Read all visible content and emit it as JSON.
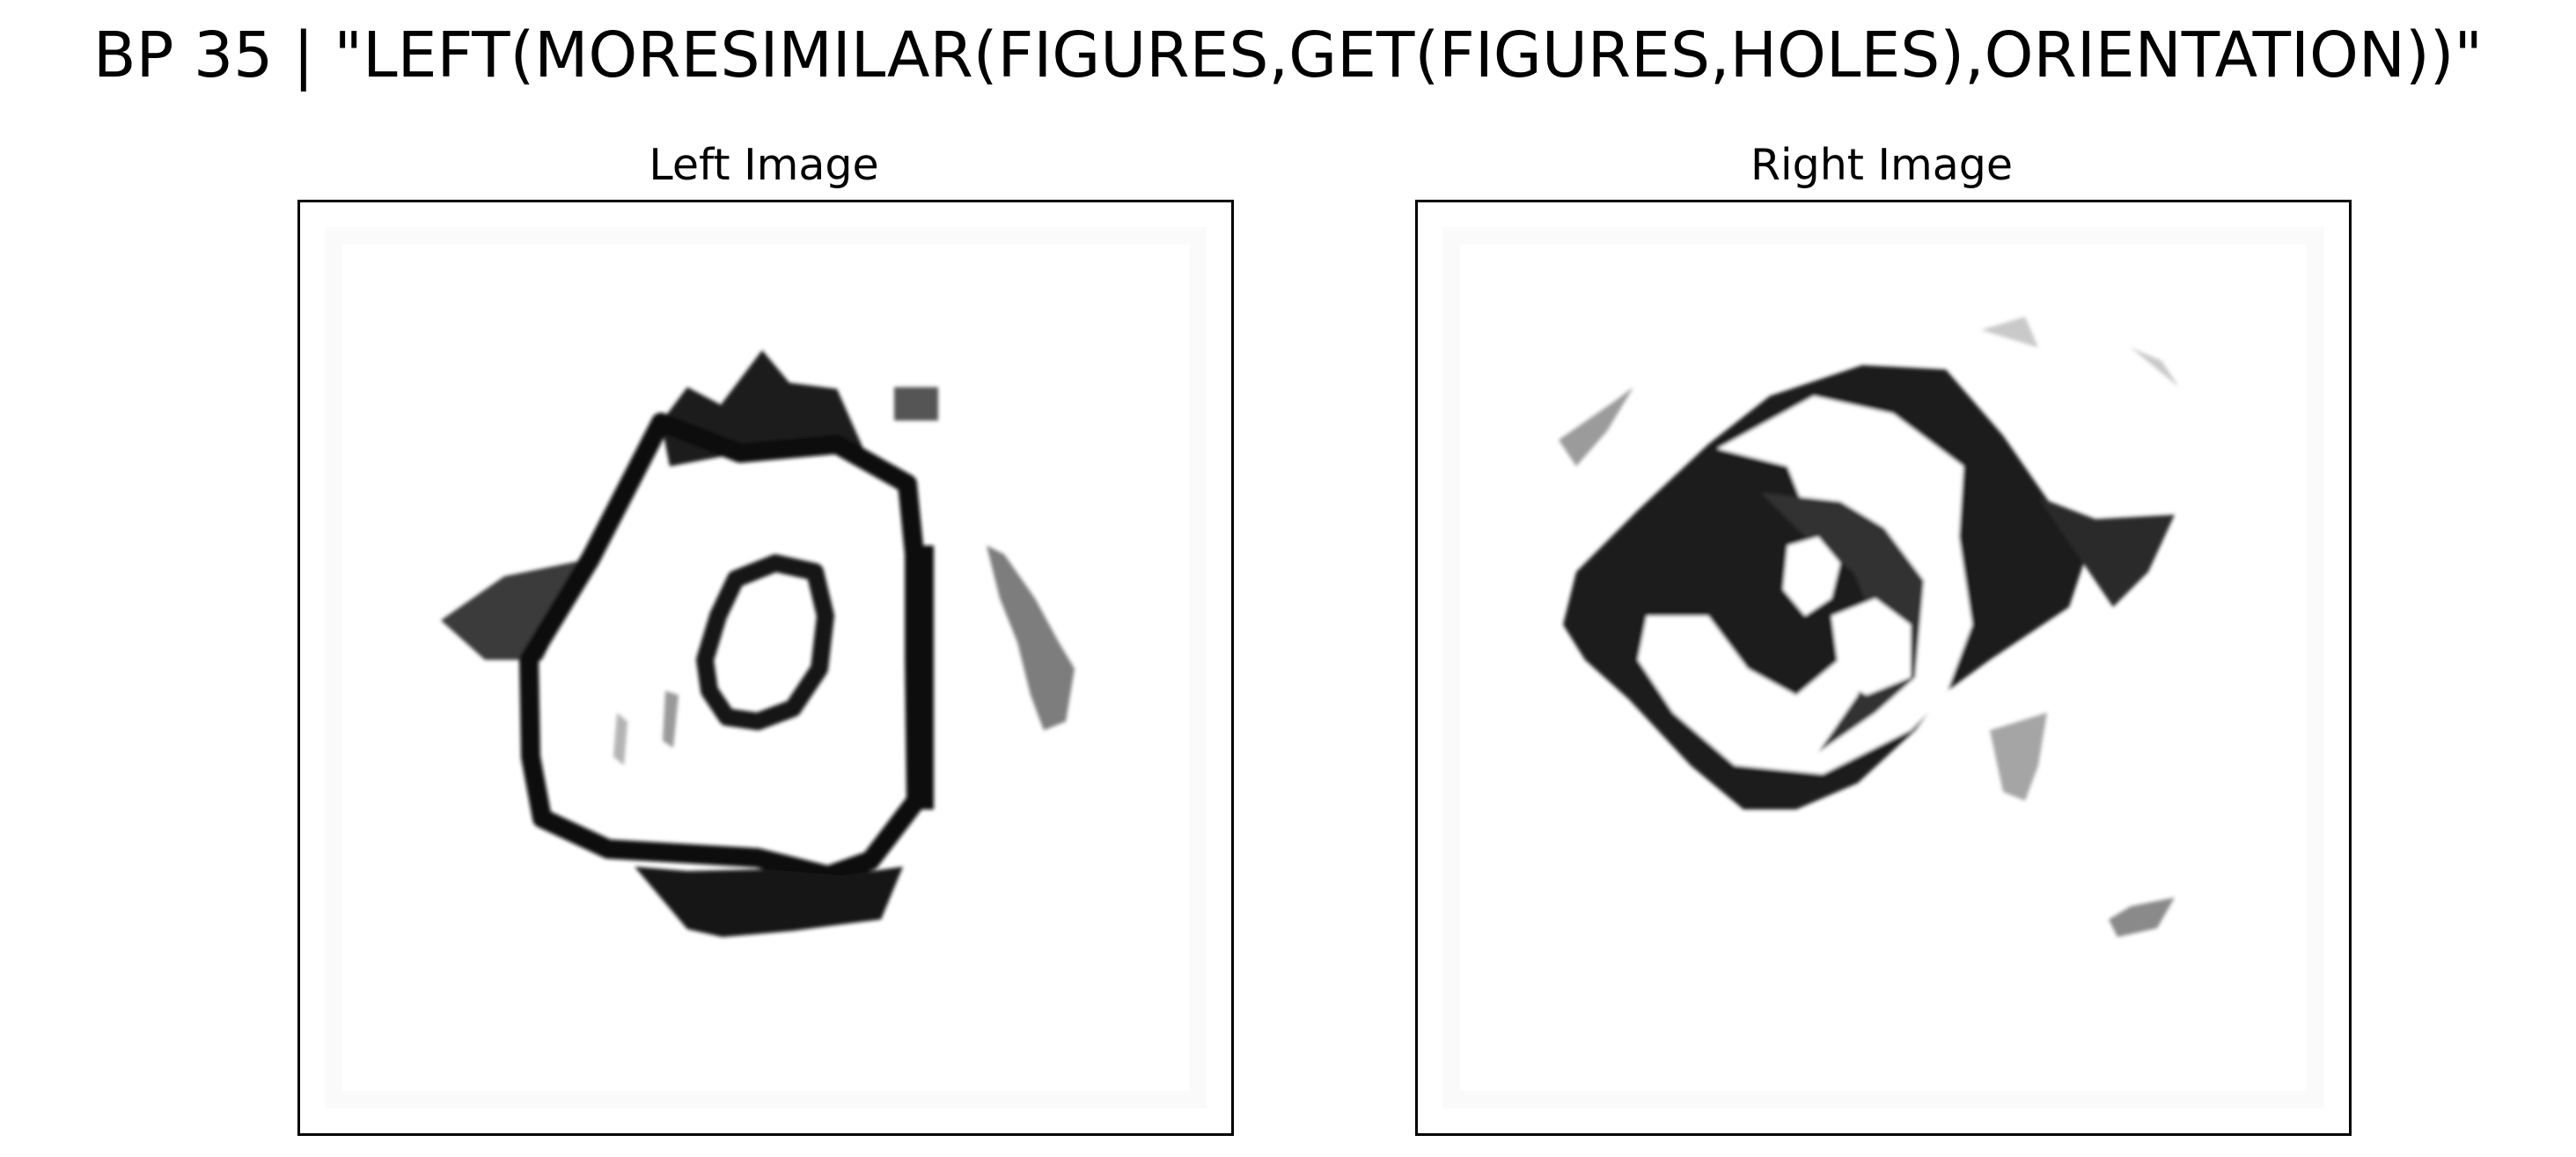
{
  "figure": {
    "suptitle": "BP 35 | \"LEFT(MORESIMILAR(FIGURES,GET(FIGURES,HOLES),ORIENTATION))\""
  },
  "panels": [
    {
      "title": "Left Image"
    },
    {
      "title": "Right Image"
    }
  ]
}
